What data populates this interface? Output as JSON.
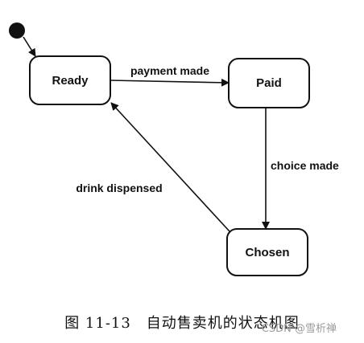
{
  "diagram": {
    "states": [
      {
        "id": "ready",
        "label": "Ready"
      },
      {
        "id": "paid",
        "label": "Paid"
      },
      {
        "id": "chosen",
        "label": "Chosen"
      }
    ],
    "transitions": [
      {
        "from": "initial",
        "to": "ready",
        "label": ""
      },
      {
        "from": "ready",
        "to": "paid",
        "label": "payment made"
      },
      {
        "from": "paid",
        "to": "chosen",
        "label": "choice made"
      },
      {
        "from": "chosen",
        "to": "ready",
        "label": "drink dispensed"
      }
    ],
    "caption": "图 11-13　自动售卖机的状态机图"
  },
  "watermark": "CSDN @雪析禅"
}
